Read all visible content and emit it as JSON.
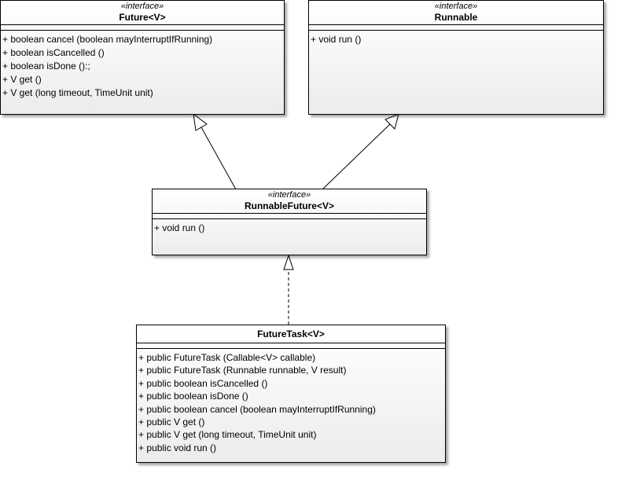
{
  "classes": {
    "future": {
      "stereotype": "«interface»",
      "name": "Future<V>",
      "operations": [
        "+ boolean cancel (boolean mayInterruptIfRunning)",
        "+ boolean isCancelled ()",
        "+ boolean isDone ():;",
        "+ V get ()",
        "+ V get (long timeout, TimeUnit unit)"
      ]
    },
    "runnable": {
      "stereotype": "«interface»",
      "name": "Runnable",
      "operations": [
        "+ void run ()"
      ]
    },
    "runnable_future": {
      "stereotype": "«interface»",
      "name": "RunnableFuture<V>",
      "operations": [
        "+ void run ()"
      ]
    },
    "future_task": {
      "name": "FutureTask<V>",
      "operations": [
        "+ public FutureTask (Callable<V> callable)",
        "+ public FutureTask (Runnable runnable, V result)",
        "+ public boolean isCancelled ()",
        "+ public boolean isDone ()",
        "+ public boolean cancel (boolean mayInterruptIfRunning)",
        "+ public V get ()",
        "+ public V get (long timeout, TimeUnit unit)",
        "+ public void run ()"
      ]
    }
  },
  "relations": [
    {
      "from": "runnable_future",
      "to": "future",
      "kind": "generalization"
    },
    {
      "from": "runnable_future",
      "to": "runnable",
      "kind": "generalization"
    },
    {
      "from": "future_task",
      "to": "runnable_future",
      "kind": "realization"
    }
  ]
}
